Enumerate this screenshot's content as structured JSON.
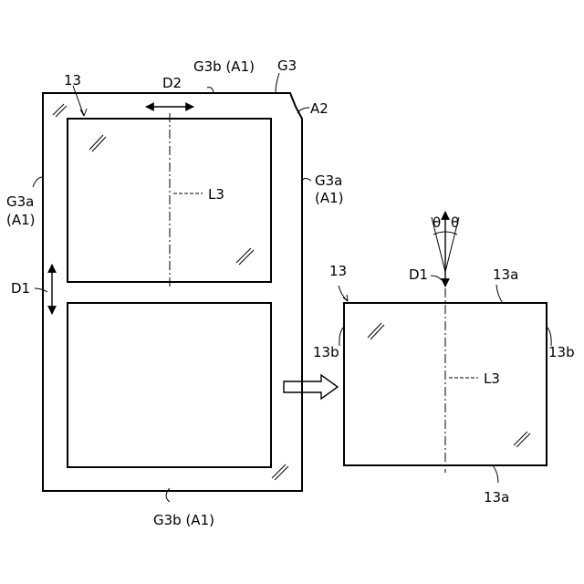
{
  "labels": {
    "g3": "G3",
    "g3b_top": "G3b (A1)",
    "g3b_bottom": "G3b (A1)",
    "a2": "A2",
    "g3a_right_1": "G3a",
    "g3a_right_2": "(A1)",
    "g3a_left_1": "G3a",
    "g3a_left_2": "(A1)",
    "glass_13": "13",
    "d2": "D2",
    "d1_left": "D1",
    "l3_left": "L3",
    "panel_13": "13",
    "d1_right": "D1",
    "theta_left": "θ",
    "theta_right": "θ",
    "edge_13a_top": "13a",
    "edge_13a_bottom": "13a",
    "edge_13b_left": "13b",
    "edge_13b_right": "13b",
    "l3_right": "L3"
  }
}
